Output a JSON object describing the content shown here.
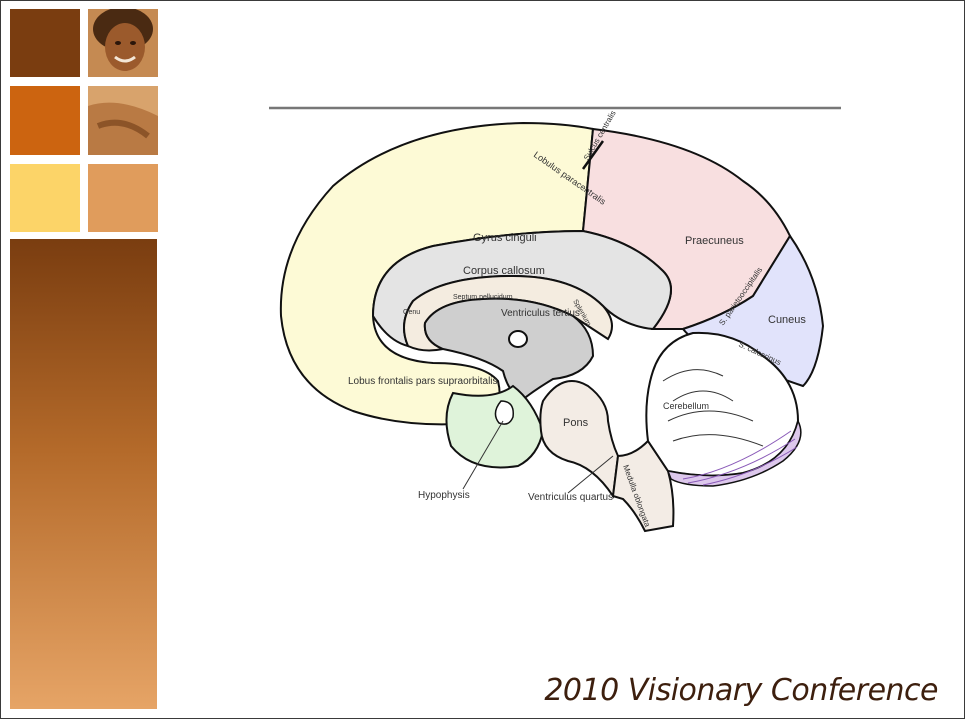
{
  "slide": {
    "footer": "2010 Visionary Conference"
  },
  "theme": {
    "dark_brown": "#7a3d10",
    "orange": "#cc6410",
    "yellow": "#fcd468",
    "tan": "#e09c5c",
    "bar_top": "#7a3d10",
    "bar_bottom": "#e6a466"
  },
  "diagram": {
    "labels": {
      "sulcus_centralis": "Sulcus centralis",
      "lobulus_paracentralis": "Lobulus paracentralis",
      "gyrus_cinguli": "Gyrus cinguli",
      "praecuneus": "Praecuneus",
      "corpus_callosum": "Corpus callosum",
      "septum_pellucidum": "Septum pellucidum",
      "genu": "Genu",
      "ventriculus_tertius": "Ventriculus tertius",
      "splenium": "Splenium",
      "s_parietooccipitalis": "S. parietooccipitalis",
      "cuneus": "Cuneus",
      "s_calcarinus": "S. calcarinus",
      "lobus_frontalis": "Lobus frontalis pars supraorbitalis",
      "cerebellum": "Cerebellum",
      "pons": "Pons",
      "medulla_oblongata": "Medulla oblongata",
      "hypophysis": "Hypophysis",
      "ventriculus_quartus": "Ventriculus quartus"
    }
  }
}
